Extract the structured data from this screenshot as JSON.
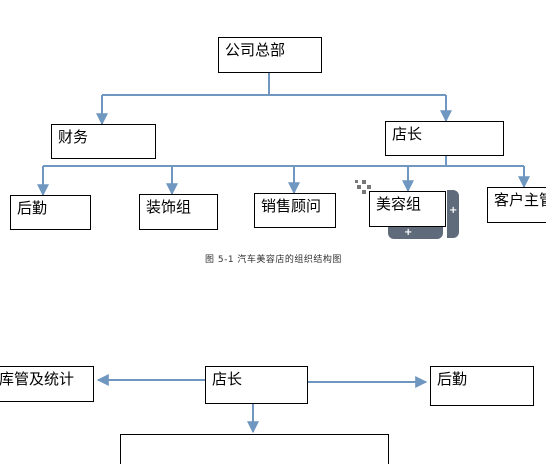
{
  "diagram1": {
    "nodes": {
      "root": "公司总部",
      "finance": "财务",
      "manager": "店长",
      "logistics": "后勤",
      "decoration": "装饰组",
      "sales": "销售顾问",
      "beauty": "美容组",
      "customer": "客户主管"
    },
    "caption": "图 5-1 汽车美容店的组织结构图"
  },
  "diagram2": {
    "nodes": {
      "left": "库管及统计",
      "center": "店长",
      "right": "后勤"
    }
  },
  "colors": {
    "connector": "#6f97c0",
    "border": "#000000"
  }
}
